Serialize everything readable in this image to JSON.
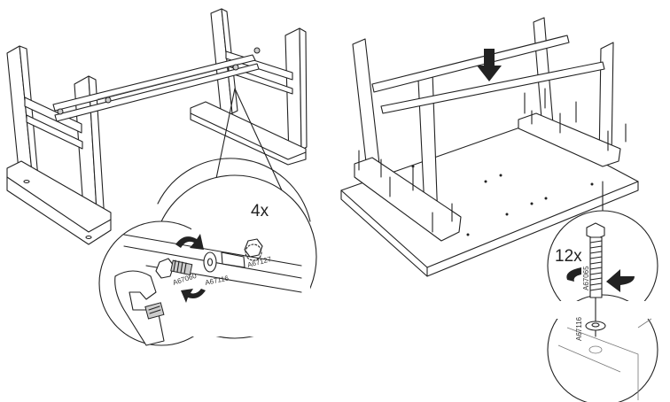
{
  "step_left": {
    "quantity": "4x",
    "parts": {
      "bolt": "A67060",
      "washer": "A67116",
      "nut": "A67127"
    }
  },
  "step_right": {
    "quantity": "12x",
    "parts": {
      "bolt": "A67065",
      "washer": "A67116"
    }
  }
}
